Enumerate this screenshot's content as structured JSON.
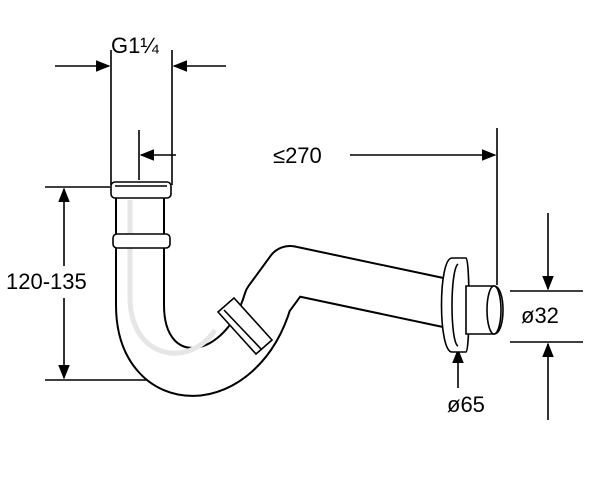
{
  "dimensions": {
    "thread": "G1¼",
    "projection": "≤270",
    "height": "120-135",
    "outlet_diameter": "ø32",
    "rosette_diameter": "ø65"
  },
  "colors": {
    "line": "#000000",
    "fill": "#ffffff",
    "shade": "#e9e9e9"
  }
}
